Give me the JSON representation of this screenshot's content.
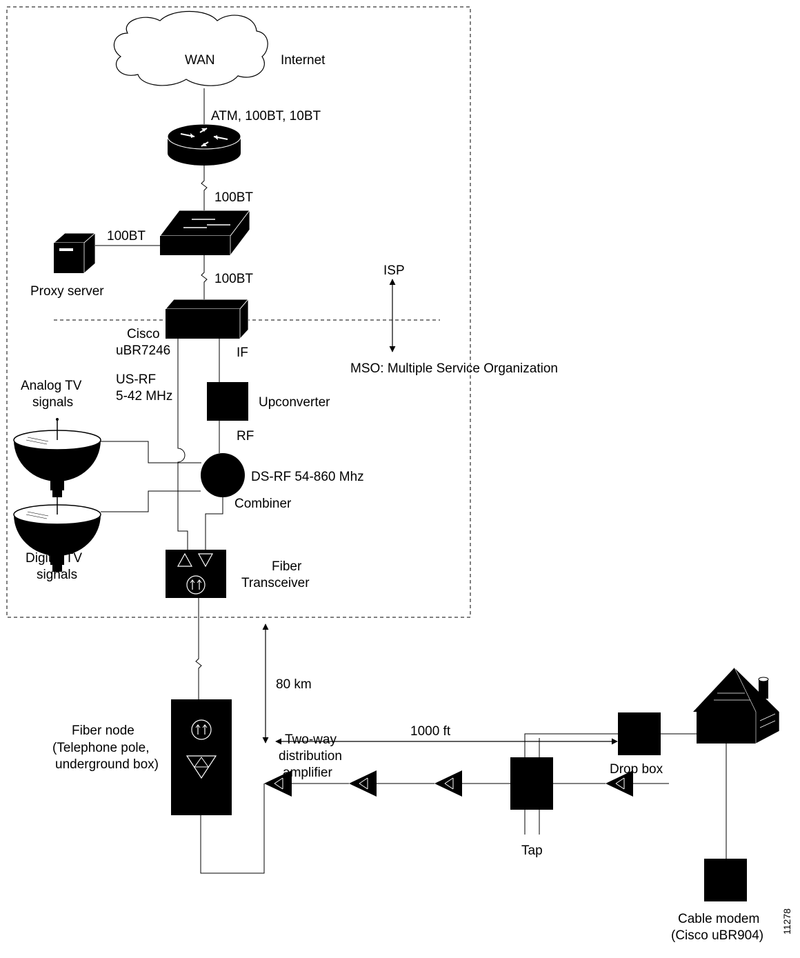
{
  "labels": {
    "wan": "WAN",
    "internet": "Internet",
    "atm": "ATM, 100BT, 10BT",
    "link_100bt_router": "100BT",
    "link_100bt_proxy": "100BT",
    "link_100bt_cmts": "100BT",
    "proxy_server": "Proxy server",
    "isp": "ISP",
    "cisco": "Cisco",
    "ubr7246": "uBR7246",
    "if": "IF",
    "mso": "MSO: Multiple Service Organization",
    "us_rf_1": "US-RF",
    "us_rf_2": "5-42 MHz",
    "analog_tv_1": "Analog TV",
    "analog_tv_2": "signals",
    "upconverter": "Upconverter",
    "rf": "RF",
    "ds_rf": "DS-RF 54-860 Mhz",
    "combiner": "Combiner",
    "digital_tv_1": "Digital TV",
    "digital_tv_2": "signals",
    "fiber_1": "Fiber",
    "fiber_2": "Transceiver",
    "km": "80 km",
    "ft": "1000 ft",
    "node_1": "Fiber node",
    "node_2": "(Telephone pole,",
    "node_3": "underground box)",
    "amp_1": "Two-way",
    "amp_2": "distribution",
    "amp_3": "amplifier",
    "drop_box": "Drop box",
    "tap": "Tap",
    "modem_1": "Cable modem",
    "modem_2": "(Cisco uBR904)",
    "figure_id": "11278"
  },
  "colors": {
    "ink": "#000000",
    "paper": "#ffffff"
  }
}
